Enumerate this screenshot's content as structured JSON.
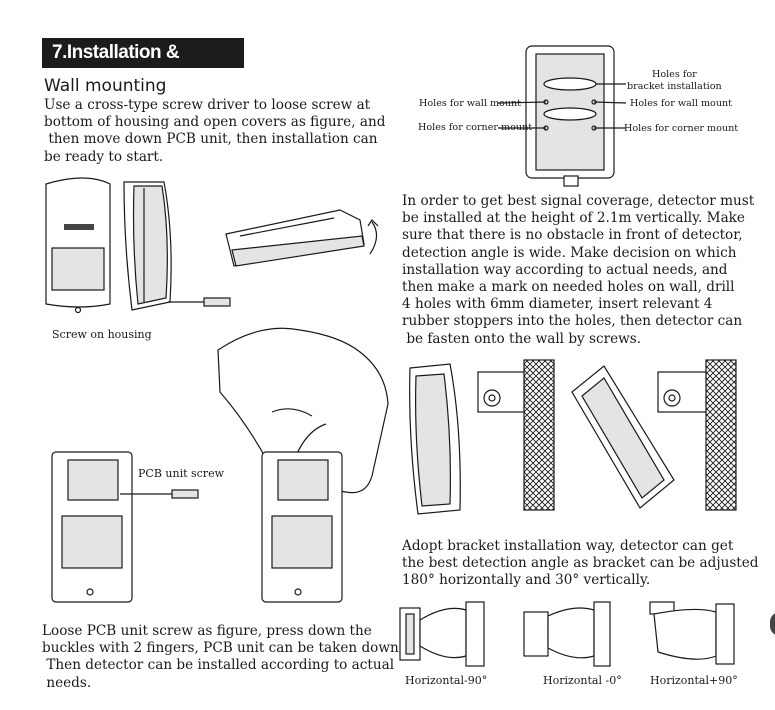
{
  "section": {
    "title": "7.Installation & Bracket"
  },
  "wall_mounting": {
    "title": "Wall mounting",
    "intro_lines": [
      "Use a cross-type screw driver to loose screw at",
      "bottom of housing and open covers as figure, and",
      " then move down PCB unit, then installation can",
      "be ready to start."
    ],
    "screw_caption": "Screw on housing",
    "pcb_screw_label": "PCB unit screw",
    "pcb_lines": [
      "Loose PCB unit screw as figure, press down the",
      "buckles with 2 fingers, PCB unit can be taken down.",
      " Then detector can be installed according to actual",
      " needs."
    ]
  },
  "back_panel": {
    "left_labels": {
      "wall": "Holes for wall mount",
      "corner": "Holes for corner mount"
    },
    "right_labels": {
      "bracket": "Holes for\nbracket installation",
      "wall": "Holes for wall mount",
      "corner": "Holes for corner mount"
    }
  },
  "coverage": {
    "lines": [
      "In order to get best signal coverage, detector must",
      "be installed at the height of 2.1m vertically. Make",
      "sure that there is no obstacle in front of detector,",
      "detection angle is wide. Make decision on which",
      "installation way according to actual needs, and",
      "then make a mark on needed holes on wall, drill",
      "4 holes with 6mm diameter, insert relevant 4",
      "rubber stoppers into the holes, then detector can",
      " be fasten onto the wall by screws."
    ]
  },
  "bracket": {
    "lines": [
      "Adopt bracket installation way, detector can get",
      "the best detection angle as bracket can be adjusted",
      "180° horizontally and 30° vertically."
    ],
    "captions": [
      "Horizontal-90°",
      "Horizontal -0°",
      "Horizontal+90°"
    ]
  }
}
